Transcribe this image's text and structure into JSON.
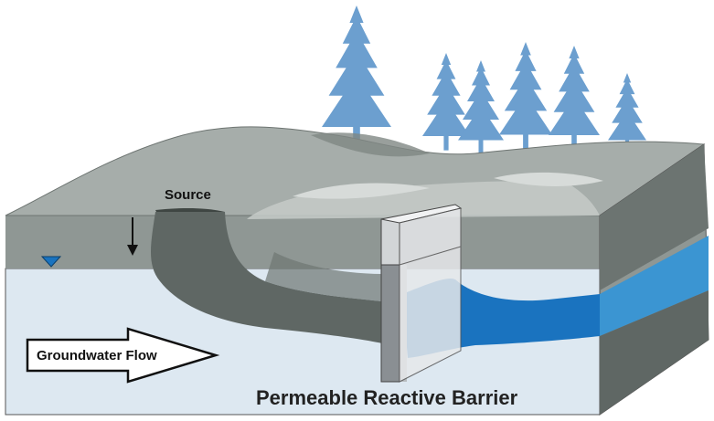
{
  "labels": {
    "source": "Source",
    "flow": "Groundwater Flow",
    "title": "Permeable Reactive Barrier"
  },
  "colors": {
    "ground_light": "#a6adaa",
    "ground_mid": "#8f9794",
    "ground_dark": "#5f6764",
    "water_pale": "#dde8f1",
    "plume_blue": "#1a73bf",
    "plume_blue_side": "#3b95d2",
    "tree_blue": "#6c9fcf",
    "barrier_light": "#e6e8ea",
    "barrier_dark": "#8a8f93"
  },
  "icons": {
    "water_table": "water-table-triangle-icon",
    "downward": "down-arrow-icon",
    "flow": "flow-arrow-icon",
    "trees": "conifer-tree-icon"
  }
}
